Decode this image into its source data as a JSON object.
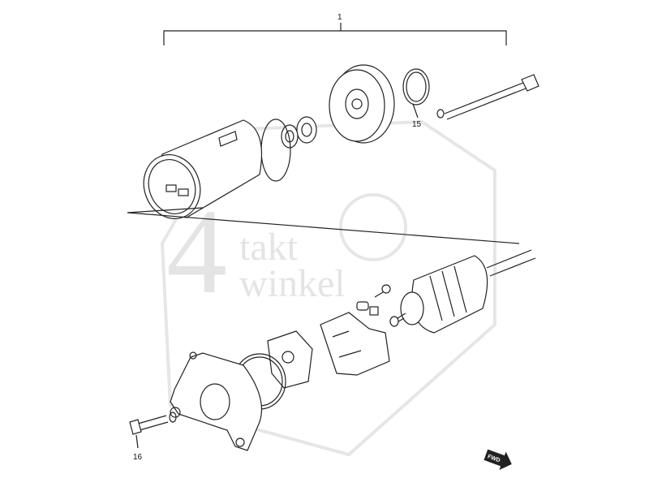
{
  "callouts": {
    "assembly": "1",
    "o_ring": "15",
    "bolt": "16"
  },
  "direction_badge": "FWD",
  "watermark": {
    "number": "4",
    "line1": "takt",
    "line2": "winkel"
  }
}
